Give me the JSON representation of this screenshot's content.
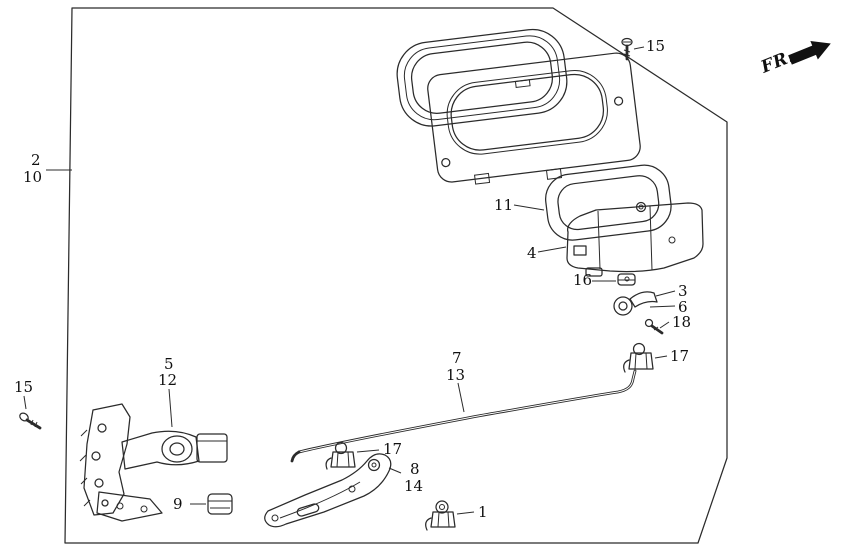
{
  "diagram": {
    "direction_indicator": {
      "label": "FR."
    },
    "colors": {
      "line": "#2b2b2b",
      "text": "#101010",
      "background": "#ffffff"
    },
    "part_labels": [
      {
        "text": "15"
      },
      {
        "text": "2"
      },
      {
        "text": "10"
      },
      {
        "text": "11"
      },
      {
        "text": "4"
      },
      {
        "text": "16"
      },
      {
        "text": "3"
      },
      {
        "text": "6"
      },
      {
        "text": "18"
      },
      {
        "text": "17"
      },
      {
        "text": "7"
      },
      {
        "text": "13"
      },
      {
        "text": "5"
      },
      {
        "text": "12"
      },
      {
        "text": "15"
      },
      {
        "text": "17"
      },
      {
        "text": "8"
      },
      {
        "text": "14"
      },
      {
        "text": "9"
      },
      {
        "text": "1"
      }
    ]
  }
}
